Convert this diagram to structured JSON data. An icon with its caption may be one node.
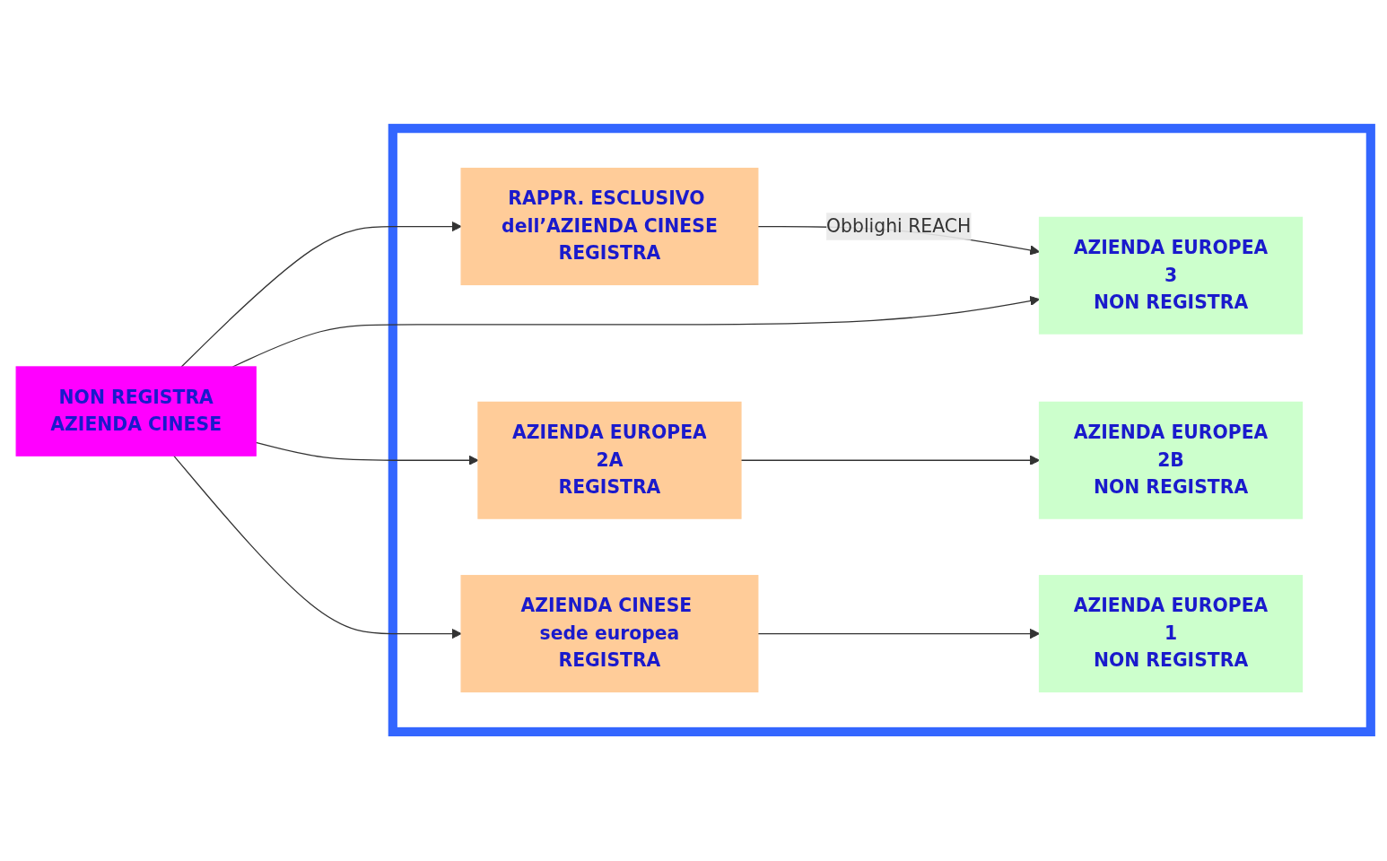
{
  "diagram": {
    "nodes": [
      {
        "text": [],
        "shape": "box"
      },
      {
        "text": [
          "NON REGISTRA",
          "AZIENDA CINESE"
        ]
      },
      {
        "text": [
          "RAPPR. ESCLUSIVO dell’AZIENDA CINESE",
          "REGISTRA"
        ],
        "in": 0
      },
      {
        "text": [
          "AZIENDA EUROPEA",
          "3",
          "NON REGISTRA"
        ],
        "in": 0
      },
      {
        "text": [
          "AZIENDA EUROPEA",
          "2A",
          "REGISTRA"
        ],
        "in": 0
      },
      {
        "text": [
          "AZIENDA EUROPEA",
          "2B",
          "NON REGISTRA"
        ],
        "in": 0
      },
      {
        "text": [
          "AZIENDA CINESE sede europea",
          "REGISTRA"
        ],
        "in": 0
      },
      {
        "text": [
          "AZIENDA EUROPEA",
          "1",
          "NON REGISTRA"
        ],
        "in": 0
      }
    ],
    "edges": [
      {
        "from": 1,
        "to": 2,
        "arrow": "to"
      },
      {
        "from": 2,
        "to": 3,
        "label": "Obblighi REACH",
        "arrow": "to"
      },
      {
        "from": 1,
        "to": 3,
        "arrow": "to"
      },
      {
        "from": 1,
        "to": 4,
        "arrow": "to"
      },
      {
        "from": 4,
        "to": 5,
        "arrow": "to"
      },
      {
        "from": 1,
        "to": 6,
        "arrow": "to"
      },
      {
        "from": 6,
        "to": 7,
        "arrow": "to"
      }
    ]
  }
}
